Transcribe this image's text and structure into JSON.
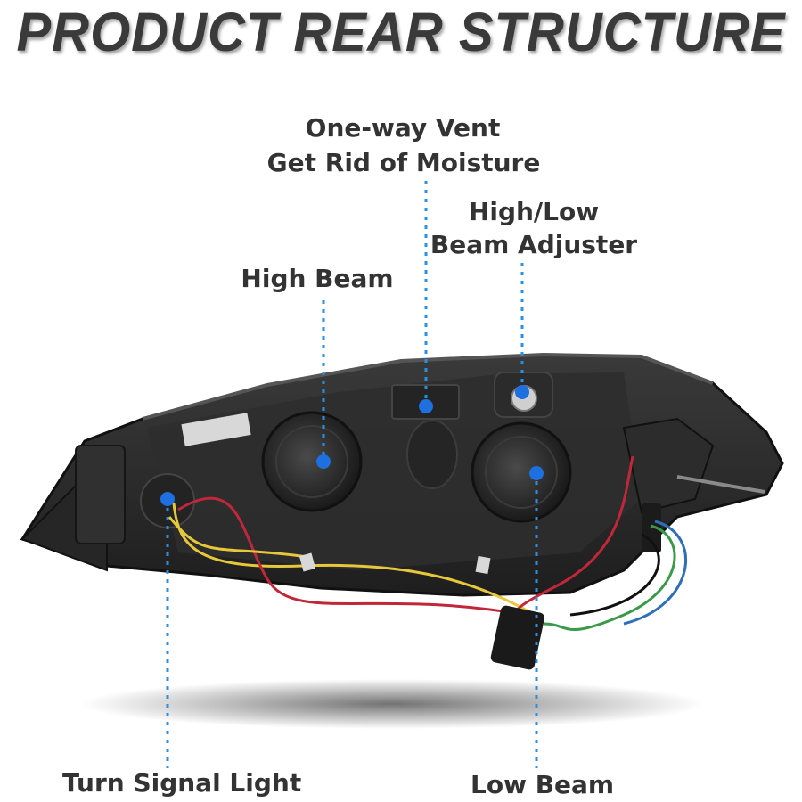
{
  "title": "PRODUCT REAR STRUCTURE",
  "callouts": {
    "vent_line1": "One-way Vent",
    "vent_line2": "Get Rid of Moisture",
    "adjuster_line1": "High/Low",
    "adjuster_line2": "Beam Adjuster",
    "high_beam": "High Beam",
    "turn_signal": "Turn Signal Light",
    "low_beam": "Low Beam"
  },
  "colors": {
    "accent": "#1e6fe0",
    "text": "#333333",
    "housing": "#2a2a2a"
  }
}
